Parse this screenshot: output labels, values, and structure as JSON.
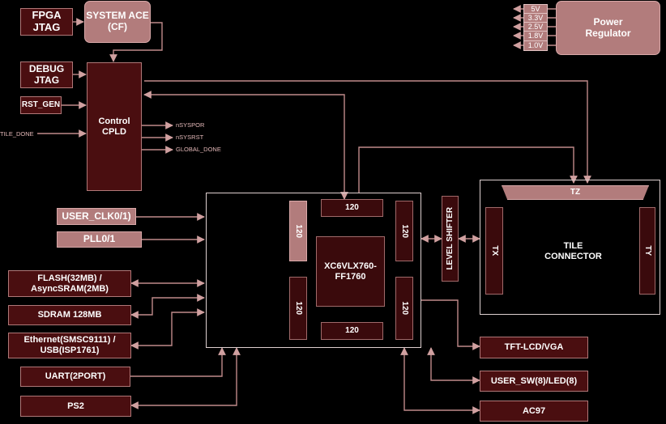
{
  "blocks": {
    "fpga_jtag": "FPGA\nJTAG",
    "system_ace": "SYSTEM ACE\n(CF)",
    "debug_jtag": "DEBUG\nJTAG",
    "rst_gen": "RST_GEN",
    "control_cpld": "Control\nCPLD",
    "tile_done": "TILE_DONE",
    "power_regulator": "Power\nRegulator",
    "user_clk": "USER_CLK0/1)",
    "pll": "PLL0/1",
    "flash": "FLASH(32MB) /\nAsyncSRAM(2MB)",
    "sdram": "SDRAM 128MB",
    "ethernet": "Ethernet(SMSC9111) /\nUSB(ISP1761)",
    "uart": "UART(2PORT)",
    "ps2": "PS2",
    "fpga": "XC6VLX760-\nFF1760",
    "level_shifter": "LEVEL SHIFTER",
    "tile_connector": "TILE\nCONNECTOR",
    "tft_lcd": "TFT-LCD/VGA",
    "user_sw": "USER_SW(8)/LED(8)",
    "ac97": "AC97"
  },
  "cpld_outputs": [
    "nSYSPOR",
    "nSYSRST",
    "GLOBAL_DONE"
  ],
  "voltages": [
    "5V",
    "3.3V",
    "2.5V",
    "1.8V",
    "1.0V"
  ],
  "banks": {
    "top": "120",
    "bottom": "120",
    "left_upper": "120",
    "left_lower": "120",
    "right_upper": "120",
    "right_lower": "120"
  },
  "connector_sides": {
    "top": "TZ",
    "left": "TX",
    "right": "TY"
  },
  "colors": {
    "background": "#000000",
    "block_fill": "#4a0e10",
    "accent_fill": "#b27c7c",
    "wire": "#c89595",
    "outline": "#ded0d0"
  }
}
